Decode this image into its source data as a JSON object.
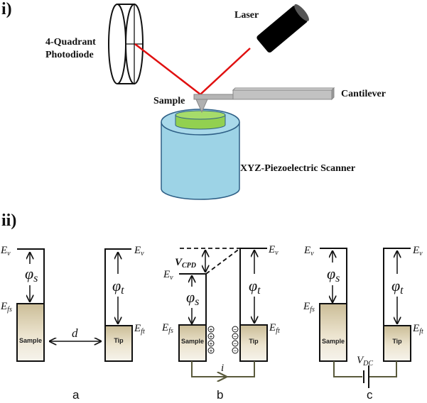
{
  "part_i": {
    "section_label": "i)",
    "labels": {
      "photodiode_line1": "4-Quadrant",
      "photodiode_line2": "Photodiode",
      "laser": "Laser",
      "cantilever": "Cantilever",
      "sample": "Sample",
      "scanner": "XYZ-Piezoelectric Scanner"
    },
    "colors": {
      "laser_beam": "#e01010",
      "laser_body": "#000000",
      "cantilever": "#c0c0c0",
      "sample_disc": "#92d050",
      "scanner": "#9dd3e6",
      "scanner_outline": "#2e5f86"
    }
  },
  "part_ii": {
    "section_label": "ii)",
    "panels": [
      {
        "caption": "a",
        "ev_left": "E",
        "ev_sub": "v",
        "efs": "E",
        "efs_sub": "fs",
        "eft": "E",
        "eft_sub": "ft",
        "phi_s": "φ",
        "phi_s_sub": "s",
        "phi_t": "φ",
        "phi_t_sub": "t",
        "sample_label": "Sample",
        "tip_label": "Tip",
        "distance_label": "d"
      },
      {
        "caption": "b",
        "ev": "E",
        "ev_sub": "v",
        "vcpd": "V",
        "vcpd_sub": "CPD",
        "efs": "E",
        "efs_sub": "fs",
        "eft": "E",
        "eft_sub": "ft",
        "phi_s": "φ",
        "phi_s_sub": "s",
        "phi_t": "φ",
        "phi_t_sub": "t",
        "sample_label": "Sample",
        "tip_label": "Tip",
        "current_label": "i",
        "plus": "+",
        "minus": "−"
      },
      {
        "caption": "c",
        "ev": "E",
        "ev_sub": "v",
        "efs": "E",
        "efs_sub": "fs",
        "eft": "E",
        "eft_sub": "ft",
        "phi_s": "φ",
        "phi_s_sub": "s",
        "phi_t": "φ",
        "phi_t_sub": "t",
        "sample_label": "Sample",
        "tip_label": "Tip",
        "vdc": "V",
        "vdc_sub": "DC"
      }
    ]
  }
}
